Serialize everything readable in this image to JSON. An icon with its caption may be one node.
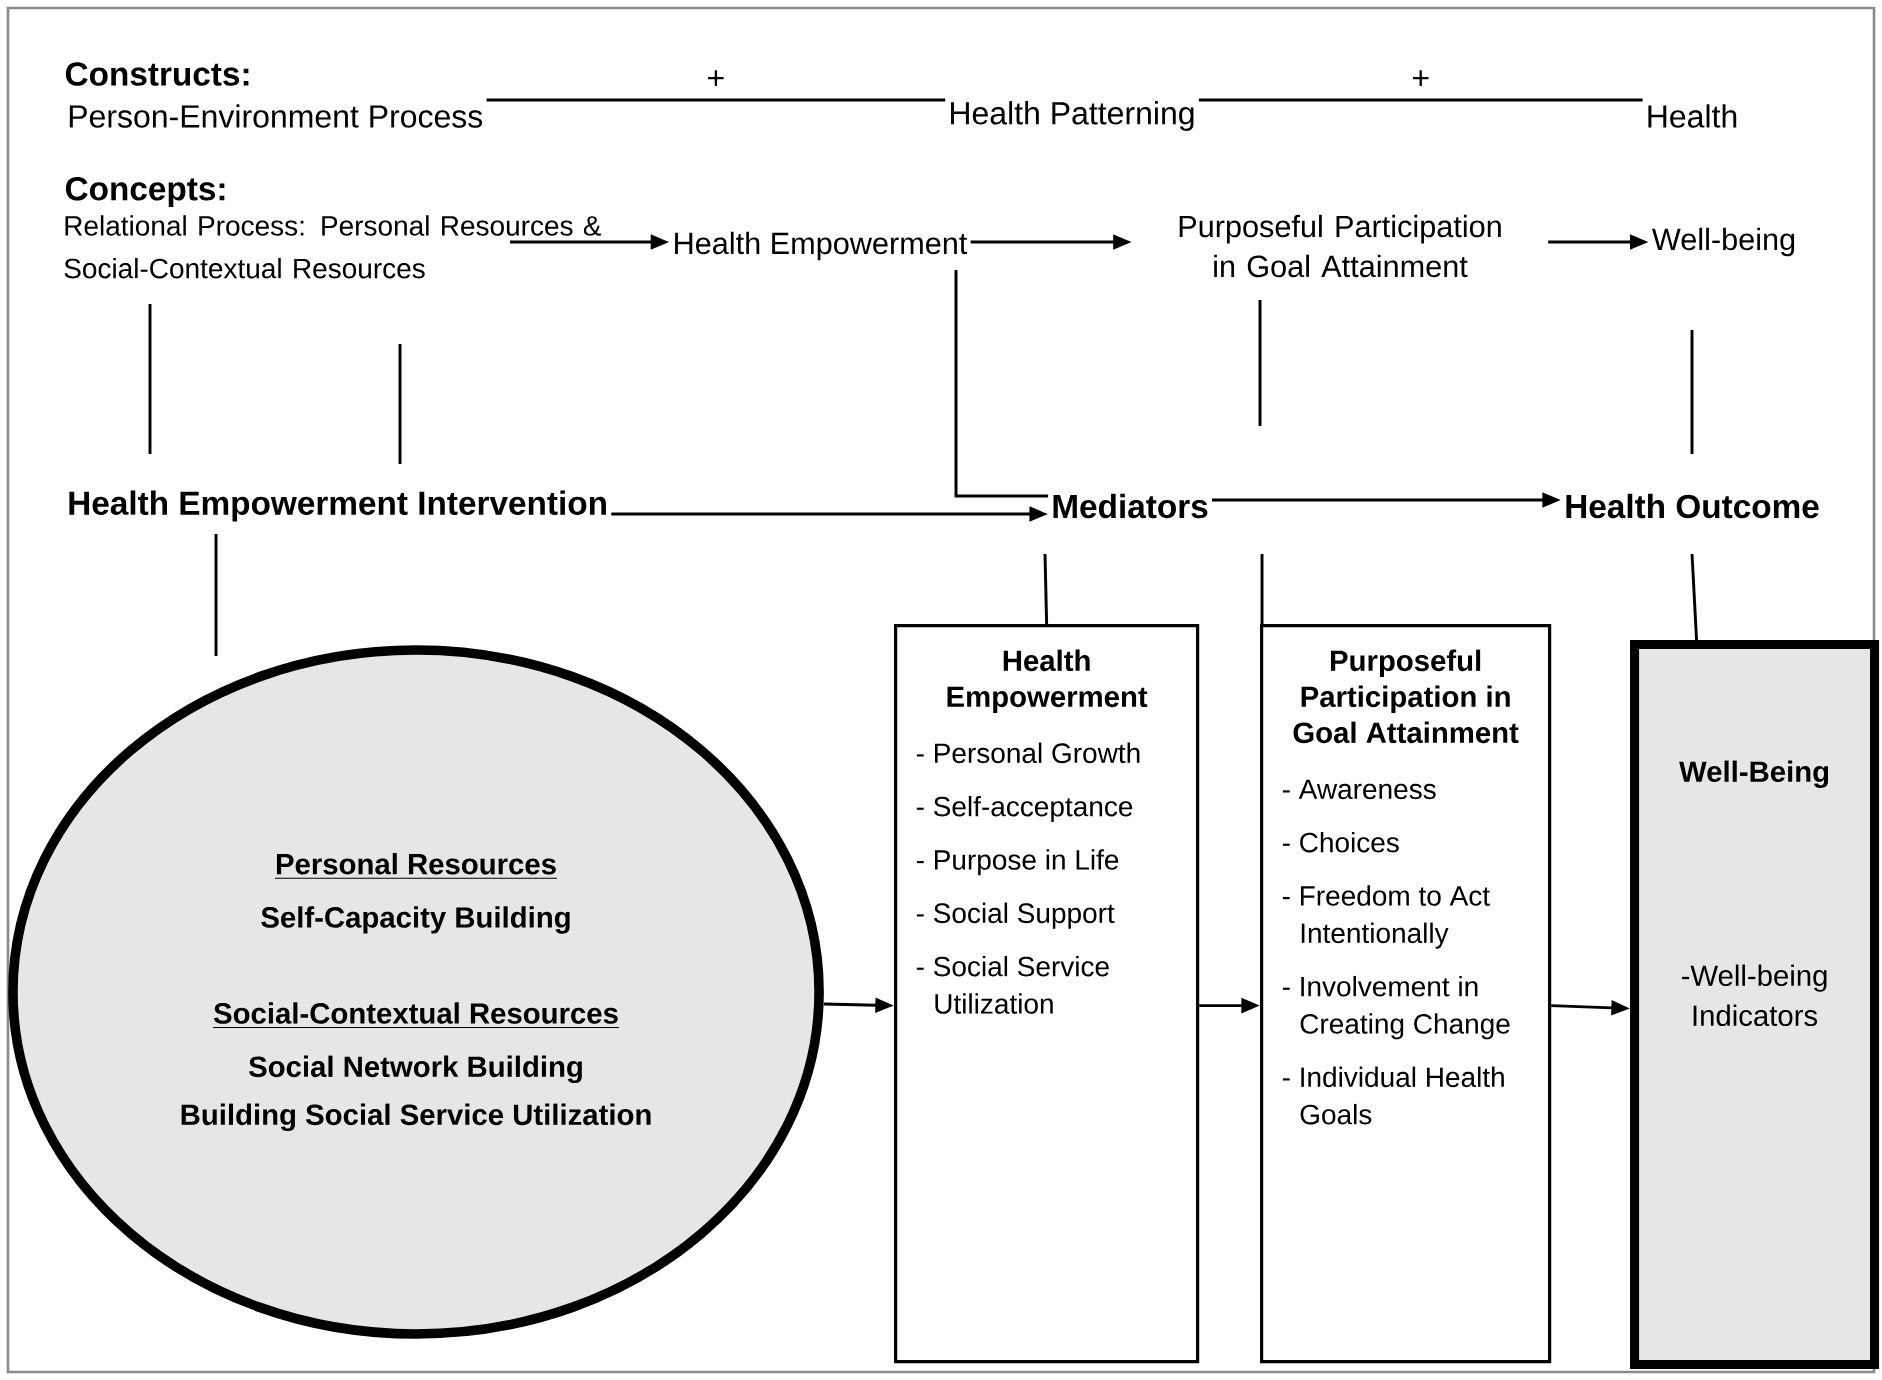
{
  "diagram": {
    "nodes": [
      {
        "text": [
          "Person-Environment Process"
        ]
      },
      {
        "text": [
          "Health Patterning"
        ]
      },
      {
        "text": [
          "Health"
        ]
      },
      {
        "text": [
          "Relational Process: Personal Resources & Social-Contextual Resources"
        ]
      },
      {
        "text": [
          "Health Empowerment"
        ]
      },
      {
        "text": [
          "Purposeful Participation in Goal Attainment"
        ]
      },
      {
        "text": [
          "Well-being"
        ]
      },
      {
        "text": [
          "Health Empowerment Intervention"
        ]
      },
      {
        "text": [
          "Mediators"
        ]
      },
      {
        "text": [
          "Health Outcome"
        ]
      },
      {
        "text": [
          "Personal Resources",
          "Self-Capacity Building",
          "Social-Contextual Resources",
          "Social Network Building",
          "Building Social Service Utilization"
        ]
      },
      {
        "text": [
          "Health Empowerment",
          "- Personal Growth",
          "- Self-acceptance",
          "- Purpose in Life",
          "- Social Support",
          "- Social Service Utilization"
        ]
      },
      {
        "text": [
          "Purposeful Participation in Goal Attainment",
          "- Awareness",
          "- Choices",
          "- Freedom to Act Intentionally",
          "- Involvement in Creating Change",
          "- Individual Health Goals"
        ]
      },
      {
        "text": [
          "Well-Being",
          "-Well-being Indicators"
        ]
      }
    ],
    "edges": [
      {
        "from": 0,
        "to": 1,
        "arrow": "none",
        "label": "+"
      },
      {
        "from": 1,
        "to": 2,
        "arrow": "none",
        "label": "+"
      },
      {
        "from": 3,
        "to": 4,
        "arrow": "to"
      },
      {
        "from": 4,
        "to": 5,
        "arrow": "to"
      },
      {
        "from": 5,
        "to": 6,
        "arrow": "to"
      },
      {
        "from": 3,
        "to": 7,
        "arrow": "none"
      },
      {
        "from": 3,
        "to": 7,
        "arrow": "none"
      },
      {
        "from": 4,
        "to": 8,
        "arrow": "none"
      },
      {
        "from": 5,
        "to": 8,
        "arrow": "none"
      },
      {
        "from": 6,
        "to": 9,
        "arrow": "none"
      },
      {
        "from": 7,
        "to": 8,
        "arrow": "to"
      },
      {
        "from": 8,
        "to": 9,
        "arrow": "to"
      },
      {
        "from": 7,
        "to": 10,
        "arrow": "none"
      },
      {
        "from": 8,
        "to": 11,
        "arrow": "none"
      },
      {
        "from": 8,
        "to": 12,
        "arrow": "none"
      },
      {
        "from": 9,
        "to": 13,
        "arrow": "none"
      },
      {
        "from": 10,
        "to": 11,
        "arrow": "to"
      },
      {
        "from": 11,
        "to": 12,
        "arrow": "to"
      },
      {
        "from": 12,
        "to": 13,
        "arrow": "to"
      }
    ],
    "labels": [
      "Constructs:",
      "Concepts:"
    ]
  }
}
